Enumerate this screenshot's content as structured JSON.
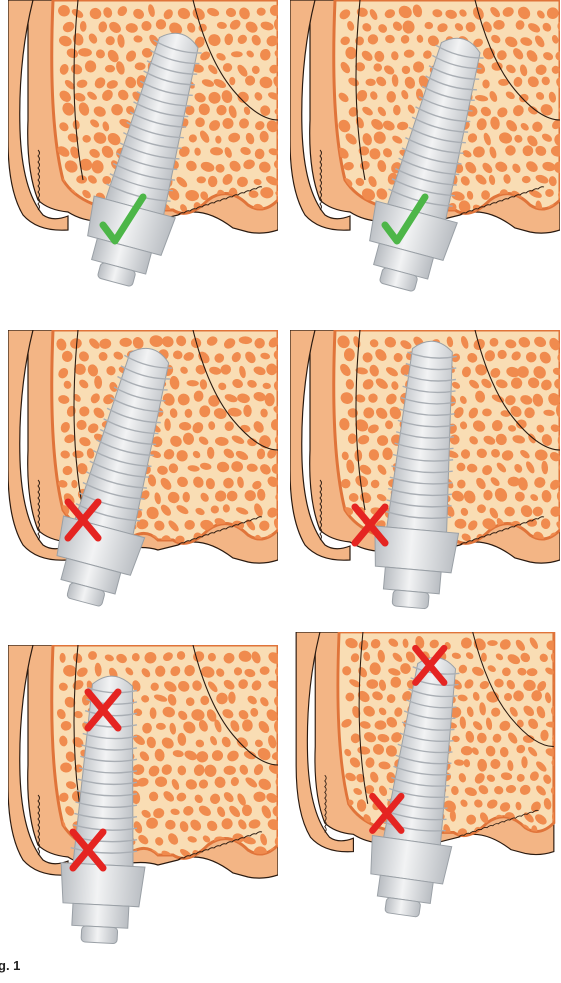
{
  "figure": {
    "label": "g. 1"
  },
  "colors": {
    "gum": "#f3b585",
    "bone": "#f9ddb4",
    "marrow": "#f08b4e",
    "outline": "#2a1a10",
    "implant_light": "#f2f3f4",
    "implant_dark": "#b9bdc2",
    "check": "#4db648",
    "cross": "#e52421"
  },
  "panels": [
    {
      "id": "top-left",
      "verdict": "correct",
      "mark": "check-icon"
    },
    {
      "id": "top-right",
      "verdict": "correct",
      "mark": "check-icon"
    },
    {
      "id": "middle-left",
      "verdict": "incorrect",
      "mark": "cross-icon"
    },
    {
      "id": "middle-right",
      "verdict": "incorrect",
      "mark": "cross-icon"
    },
    {
      "id": "bottom-left",
      "verdict": "incorrect",
      "mark": "cross-icon",
      "marks": 2
    },
    {
      "id": "bottom-right",
      "verdict": "incorrect",
      "mark": "cross-icon",
      "marks": 2
    }
  ]
}
